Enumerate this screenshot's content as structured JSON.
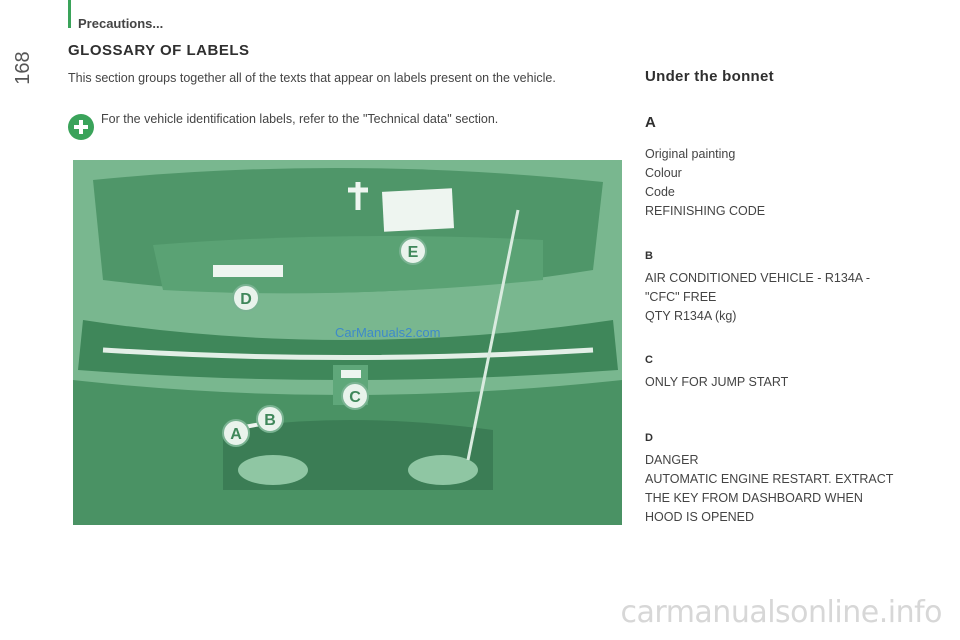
{
  "header": {
    "section": "Precautions...",
    "page_number": "168"
  },
  "content": {
    "heading": "GLOSSARY OF LABELS",
    "intro": "This section groups together all of the texts that appear on labels present on the vehicle.",
    "note": "For the vehicle identification labels, refer to the \"Technical data\" section.",
    "note_icon": "plus-circle-icon"
  },
  "photo": {
    "markers": [
      "A",
      "B",
      "C",
      "D",
      "E"
    ],
    "overlay_text": "CarManuals2.com"
  },
  "right_column": {
    "title": "Under the bonnet",
    "A": {
      "letter": "A",
      "lines": [
        "Original painting",
        "Colour",
        "Code",
        "REFINISHING CODE"
      ]
    },
    "B": {
      "letter": "B",
      "lines": [
        "AIR CONDITIONED VEHICLE - R134A -",
        "\"CFC\" FREE",
        "QTY R134A (kg)"
      ]
    },
    "C": {
      "letter": "C",
      "lines": [
        "ONLY FOR JUMP START"
      ]
    },
    "D": {
      "letter": "D",
      "lines": [
        "DANGER",
        "AUTOMATIC ENGINE RESTART. EXTRACT",
        "THE KEY FROM DASHBOARD WHEN",
        "HOOD IS OPENED"
      ]
    }
  },
  "footer": {
    "watermark": "carmanualsonline.info"
  },
  "colors": {
    "accent_green": "#3aa35a",
    "photo_green": "#6fae85"
  }
}
